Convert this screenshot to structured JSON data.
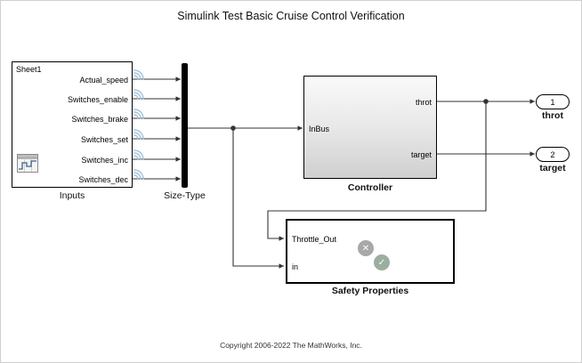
{
  "title": "Simulink Test Basic Cruise Control Verification",
  "copyright": "Copyright 2006-2022 The MathWorks, Inc.",
  "inputs_block": {
    "sheet_label": "Sheet1",
    "name": "Inputs",
    "ports": [
      "Actual_speed",
      "Switches_enable",
      "Switches_brake",
      "Switches_set",
      "Switches_inc",
      "Switches_dec"
    ]
  },
  "mux_block": {
    "name": "Size-Type"
  },
  "controller_block": {
    "name": "Controller",
    "input_port": "InBus",
    "outputs": [
      "throt",
      "target"
    ]
  },
  "safety_block": {
    "name": "Safety Properties",
    "inputs": [
      "Throttle_Out",
      "in"
    ],
    "icons": {
      "cross": "✕",
      "check": "✓"
    }
  },
  "outports": [
    {
      "number": "1",
      "label": "throt"
    },
    {
      "number": "2",
      "label": "target"
    }
  ],
  "colors": {
    "wire": "#333333",
    "stream_icon": "#9fc3da",
    "cross_badge": "#a8a8a8",
    "check_badge": "#9caf9f",
    "controller_gradient_bottom": "#cfcfcf"
  }
}
